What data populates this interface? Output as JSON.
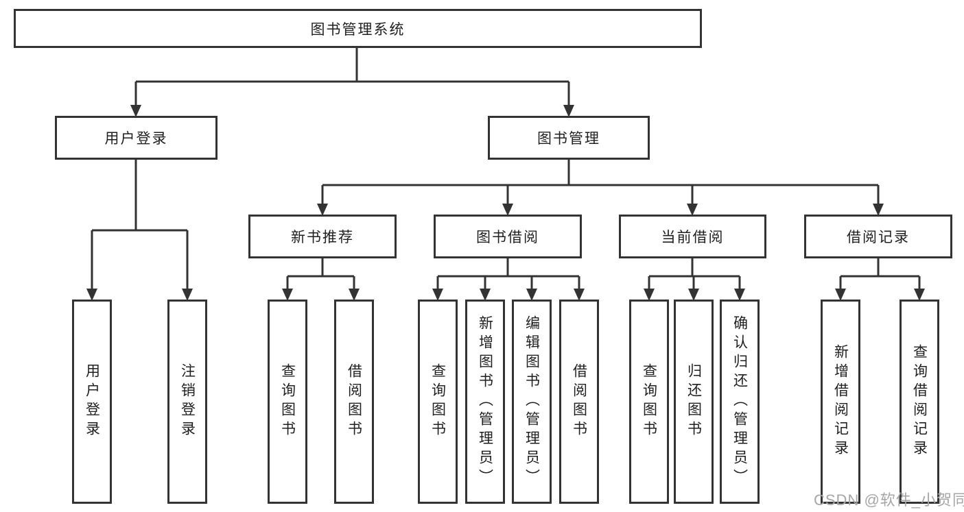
{
  "diagram": {
    "root": {
      "label": "图书管理系统",
      "children": [
        {
          "label": "用户登录",
          "children": [
            {
              "label": "用户登录"
            },
            {
              "label": "注销登录"
            }
          ]
        },
        {
          "label": "图书管理",
          "children": [
            {
              "label": "新书推荐",
              "children": [
                {
                  "label": "查询图书"
                },
                {
                  "label": "借阅图书"
                }
              ]
            },
            {
              "label": "图书借阅",
              "children": [
                {
                  "label": "查询图书"
                },
                {
                  "label": "新增图书（管理员）"
                },
                {
                  "label": "编辑图书（管理员）"
                },
                {
                  "label": "借阅图书"
                }
              ]
            },
            {
              "label": "当前借阅",
              "children": [
                {
                  "label": "查询图书"
                },
                {
                  "label": "归还图书"
                },
                {
                  "label": "确认归还（管理员）"
                }
              ]
            },
            {
              "label": "借阅记录",
              "children": [
                {
                  "label": "新增借阅记录"
                },
                {
                  "label": "查询借阅记录"
                }
              ]
            }
          ]
        }
      ]
    }
  },
  "watermark": {
    "text": "CSDN @软件_小贺同学"
  },
  "colors": {
    "line": "#333333",
    "text": "#1f1f1f",
    "watermark": "#a6a6a6",
    "background": "#ffffff"
  }
}
